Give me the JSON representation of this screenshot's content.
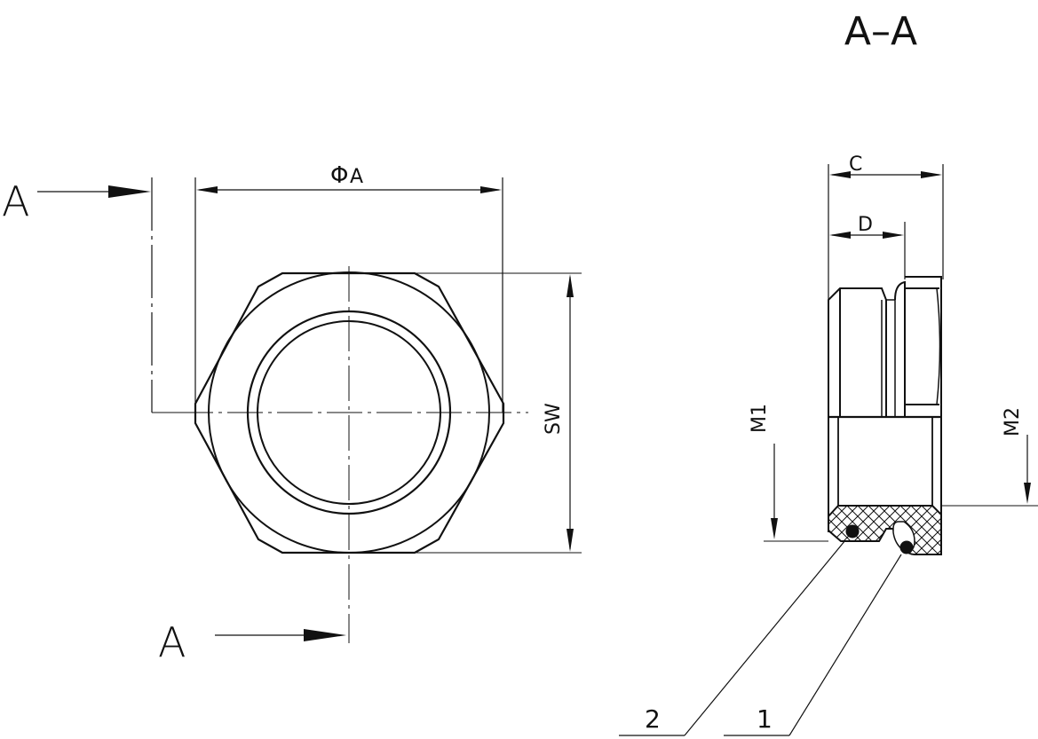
{
  "drawing": {
    "section_title": "A–A",
    "section_markers": {
      "top": "A",
      "bottom": "A"
    },
    "front_view": {
      "diameter_label_symbol": "Φ",
      "diameter_label_letter": "A",
      "across_flats_label": "SW"
    },
    "section_view": {
      "dim_overall": "C",
      "dim_partial": "D",
      "thread_left": "M1",
      "thread_right": "M2"
    },
    "callouts": [
      {
        "number": "2",
        "target": "o-ring-left"
      },
      {
        "number": "1",
        "target": "o-ring-right"
      }
    ],
    "colors": {
      "line": "#111111",
      "background": "#ffffff"
    }
  }
}
